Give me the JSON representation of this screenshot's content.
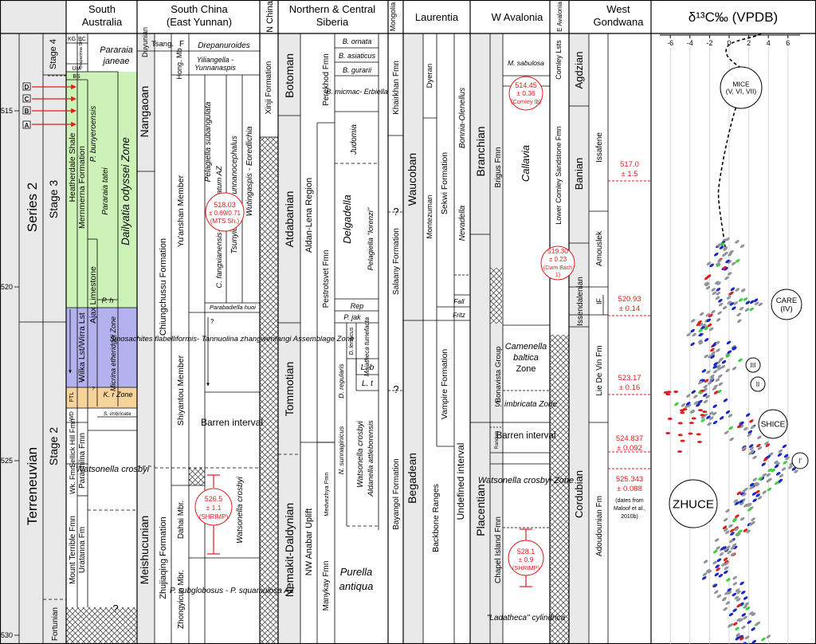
{
  "headers": {
    "south_australia": [
      "South",
      "Australia"
    ],
    "south_china": [
      "South China",
      "(East Yunnan)"
    ],
    "n_china": "N China",
    "siberia": [
      "Northern & Central",
      "Siberia"
    ],
    "mongolia": "Mongolia",
    "laurentia": "Laurentia",
    "w_avalonia": "W Avalonia",
    "e_avalonia": "E Avalonia",
    "w_gondwana": [
      "West",
      "Gondwana"
    ],
    "isotope": "δ¹³C‰ (VPDB)"
  },
  "age_ticks": [
    "515",
    "520",
    "525",
    "530"
  ],
  "markers": [
    "D",
    "C",
    "B",
    "A"
  ],
  "global_units": {
    "series": [
      "Series 2",
      "Terreneuvian"
    ],
    "stages": [
      "Stage 4",
      "Stage 3",
      "Stage 2",
      "Fortunian"
    ]
  },
  "south_australia": {
    "units": [
      "KG",
      "BC",
      "Oraparinna Sh.",
      "UM",
      "BS",
      "Heatherdale Shale",
      "Mernmerna Formation",
      "Wilka Lst/Wirra Lst",
      "Ajax Limestone",
      "FTL",
      "WD",
      "Sellick Hill Fmn",
      "Wk. Fmn",
      "Parachilna Fmn",
      "Mount Terrible Fmn",
      "Uratanna Fm"
    ],
    "zones": [
      "Pararaia janeae",
      "P. bunyeroensis",
      "Pararaia tatei",
      "Dailyatia odyssei Zone",
      "P. h",
      "Micrina etheridgei Zone",
      "K. r Zone",
      "S. imbricata",
      "Watsonella crosbyi",
      "?",
      "?",
      "?"
    ]
  },
  "south_china": {
    "stages": [
      "Duyunian",
      "Nangaoan",
      "Meishucunian"
    ],
    "formations": [
      "Tsang.",
      "F",
      "Chiungchussu Formation",
      "Zhujiaqing Formation"
    ],
    "members": [
      "Hong. Mb",
      "Yu'anshan Member",
      "Shiyantou Member",
      "Dahai Mbr.",
      "Zhongyicun Mbr."
    ],
    "zones": [
      "Drepanuroides",
      "Yiliangella - Yunnanaspis",
      "Pelagiella subangulata",
      "C. fangxianensis- R. cancellatum AZ",
      "Tsunyidiscus",
      "Yunnanocephalus",
      "Wutingaspis - Eoredlichia",
      "Parabadiella huoi",
      "Sinosachites flabelliformis- Tannuolina zhangwentangi Assemblage Zone",
      "Barren interval",
      "Watsonella crosbyi",
      "P. subglobosus - P. squamulosa AZ",
      "?"
    ],
    "dates": [
      [
        "518.03",
        "± 0.69/0.71",
        "(MTS Sh.)"
      ],
      [
        "526.5",
        "± 1.1",
        "(SHRIMP)"
      ]
    ]
  },
  "n_china": {
    "units": [
      "Xinji Formation"
    ]
  },
  "siberia": {
    "stages": [
      "Botoman",
      "Atdabanian",
      "Tommotian",
      "Nemakit-Daldynian"
    ],
    "regions": [
      "Aldan-Lena Region",
      "NW Anabar Uplift"
    ],
    "formations": [
      "Perekhod Fmn",
      "Pestrotsvet Fmn",
      "Medvezhya Fmn",
      "Manykay Fmn"
    ],
    "zones": [
      "B. ornata",
      "B. asiaticus",
      "B. gurarii",
      "B. micmac- Erbiella",
      "Judomia",
      "Delgadella",
      "Pelagiella \"lorenzi\"",
      "Rep",
      "P. jak",
      "D. lenaicus",
      "Majatheca tumefacta",
      "L. b",
      "L. t",
      "D. regularis",
      "N. sunnaginicus",
      "Watsonella crosbyi",
      "Aldanella attleborensis",
      "Purella antiqua"
    ]
  },
  "mongolia": {
    "formations": [
      "Khairkhan Fmn",
      "Salaany Formation",
      "Bayangol Formation"
    ],
    "query": [
      "?",
      "?"
    ]
  },
  "laurentia": {
    "stages": [
      "Waucoban",
      "Begadean"
    ],
    "units": [
      "Dyeran",
      "Montezuman",
      "Sekwi Formation",
      "Bonnia-Olenellus",
      "Nevadella",
      "Fall",
      "Fritz",
      "Vampire Formation",
      "Backbone Ranges",
      "Undefined interval"
    ]
  },
  "w_avalonia": {
    "stages": [
      "Branchian",
      "Placentian"
    ],
    "units": [
      "M. sabulosa",
      "Brigus Fmn",
      "Callavia",
      "Camenella baltica Zone",
      "Bonavista Group",
      "S. imbricata Zone",
      "Random",
      "Barren interval",
      "Watsonella crosbyi Zone",
      "Chapel Island Fmn",
      "\"Ladatheca\" cylindrica"
    ],
    "dates": [
      [
        "514.45",
        "± 0.36",
        "(Comley lb)"
      ],
      [
        "528.1",
        "± 0.9",
        "(SHRIMP)"
      ]
    ]
  },
  "e_avalonia": {
    "units": [
      "Comley Lsts",
      "Lower Comley Sandstone Fmn"
    ],
    "dates": [
      [
        "519.30",
        "± 0.23",
        "(Cwm Bach",
        "1)"
      ]
    ]
  },
  "w_gondwana": {
    "stages": [
      "Agdzian",
      "Banian",
      "Issendalenian",
      "Cordubian"
    ],
    "units": [
      "Issafene",
      "Amouslek",
      "IF",
      "Lie De Vin Fm",
      "Adoudounian Fm"
    ],
    "dates": [
      [
        "517.0",
        "± 1.5"
      ],
      [
        "520.93",
        "± 0.14"
      ],
      [
        "523.17",
        "± 0.16"
      ],
      [
        "524.837",
        "± 0.092"
      ],
      [
        "525.343",
        "± 0.088"
      ]
    ],
    "note": [
      "(dates from",
      "Maloof et al.,",
      "2010b)"
    ]
  },
  "isotope": {
    "ticks": [
      "-6",
      "-4",
      "-2",
      "0",
      "2",
      "4",
      "6"
    ],
    "events": [
      "MICE",
      "(V, VI, VII)",
      "CARE",
      "(IV)",
      "III",
      "II",
      "SHICE",
      "I'",
      "ZHUCE"
    ]
  },
  "colors": {
    "green": "#cdf2b8",
    "purple": "#b3b1ee",
    "orange": "#f7d39c",
    "red": "#e21b1b",
    "blue": "#1a28c8",
    "grey": "#8f959a",
    "lime": "#3ad23a"
  }
}
